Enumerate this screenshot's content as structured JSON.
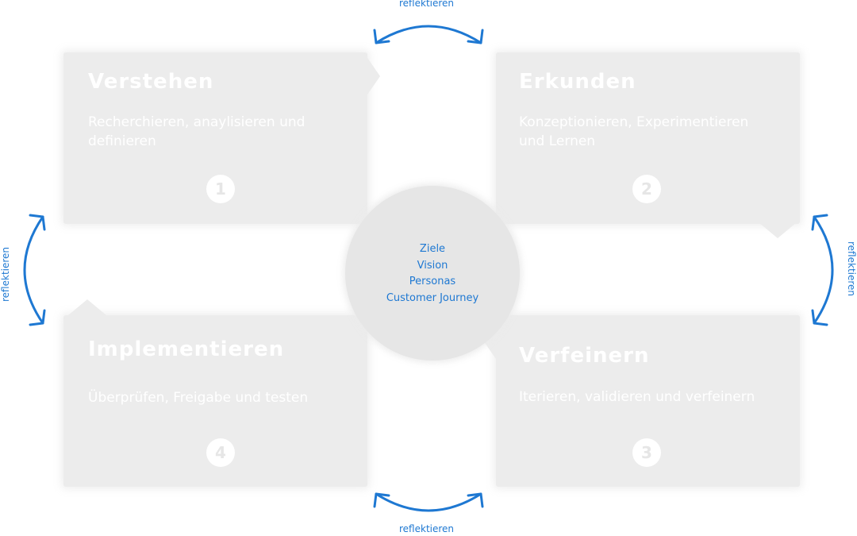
{
  "cards": [
    {
      "title": "Verstehen",
      "description": "Recherchieren, anaylisieren und definieren",
      "number": "1"
    },
    {
      "title": "Erkunden",
      "description": "Konzeptionieren, Experimentieren und Lernen",
      "number": "2"
    },
    {
      "title": "Verfeinern",
      "description": "Iterieren, validieren und verfeinern",
      "number": "3"
    },
    {
      "title": "Implementieren",
      "description": "Überprüfen, Freigabe und testen",
      "number": "4"
    }
  ],
  "center": {
    "items": [
      "Ziele",
      "Vision",
      "Personas",
      "Customer Journey"
    ]
  },
  "cycle_label": {
    "top": "reflektieren",
    "bottom": "reflektieren",
    "left": "reflektieren",
    "right": "reflektieren"
  },
  "colors": {
    "accent": "#1e78d2",
    "card": "#ececec",
    "circle": "#e6e6e6",
    "text_on_card": "#ffffff"
  }
}
